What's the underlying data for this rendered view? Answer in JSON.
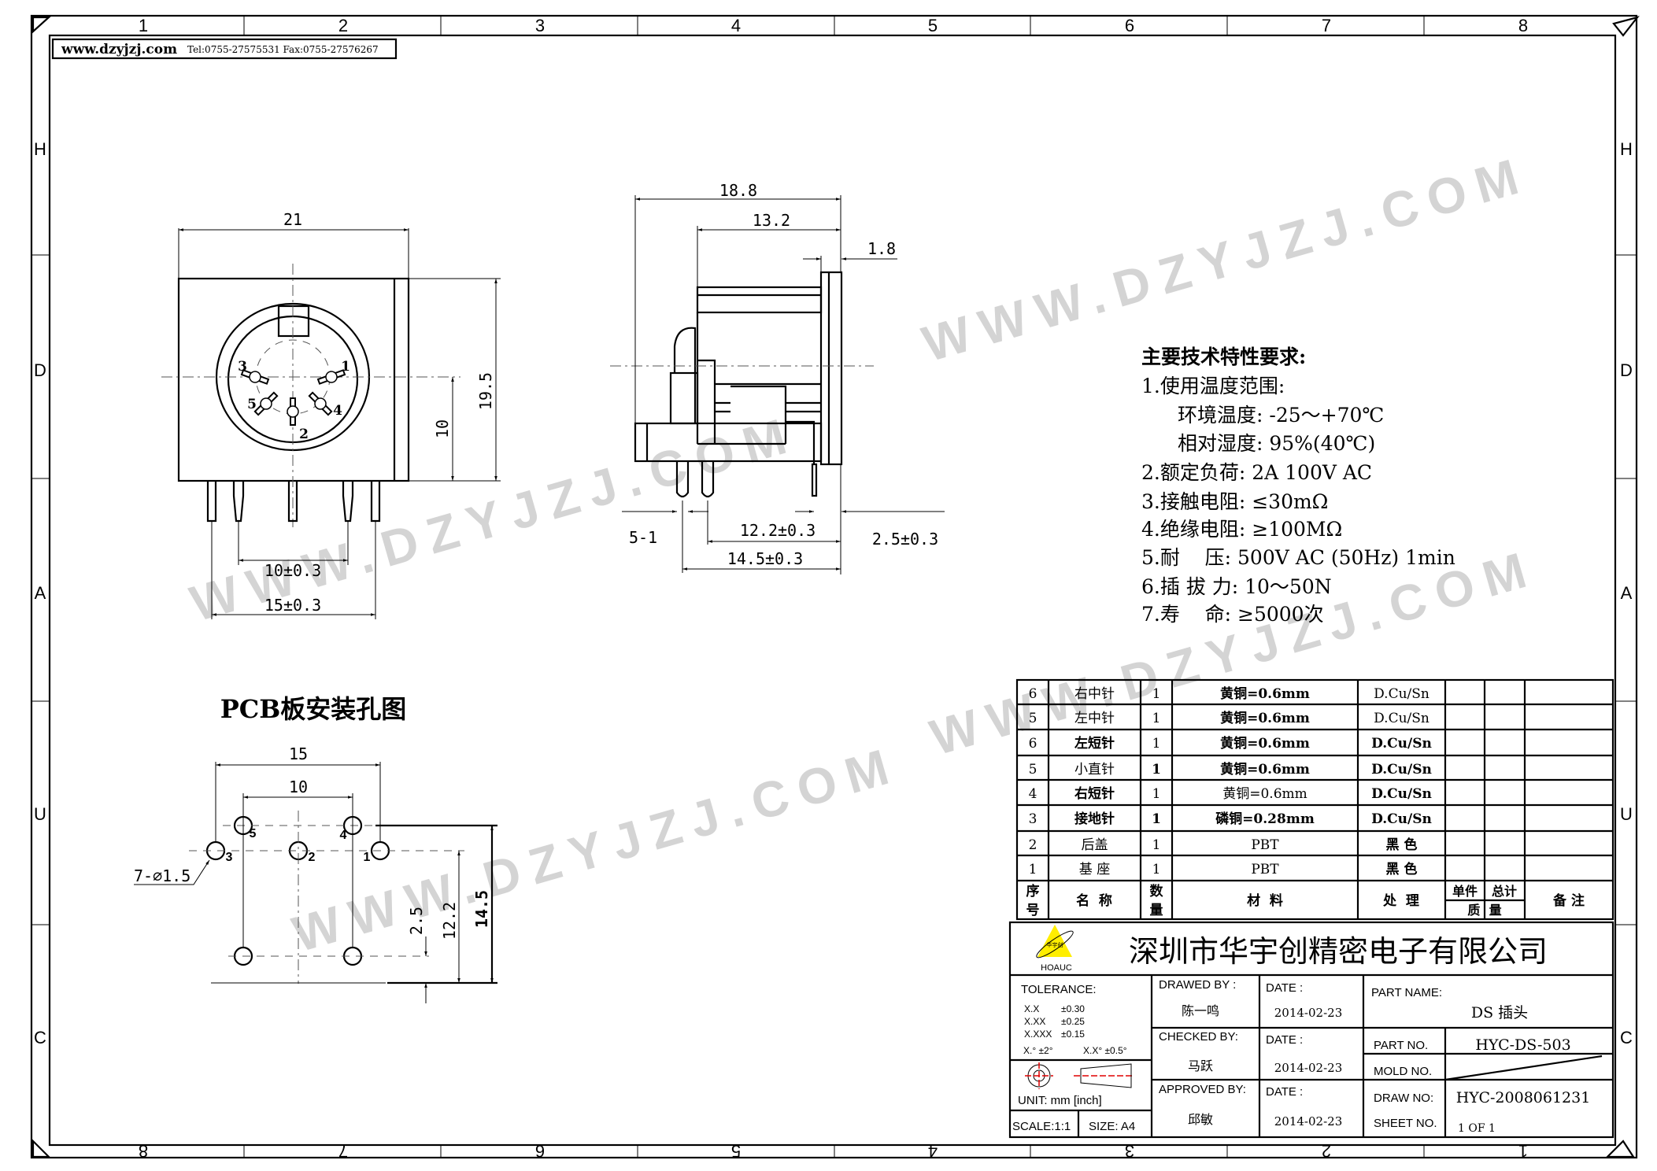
{
  "header": {
    "website": "www.dzyjzj.com",
    "contact": "Tel:0755-27575531  Fax:0755-27576267"
  },
  "zones": {
    "top": [
      "1",
      "2",
      "3",
      "4",
      "5",
      "6",
      "7",
      "8"
    ],
    "bottom": [
      "8",
      "7",
      "6",
      "5",
      "4",
      "3",
      "2",
      "1"
    ],
    "side": [
      "H",
      "D",
      "A",
      "U",
      "C"
    ]
  },
  "watermark": "WWW.DZYJZJ.COM",
  "front_view": {
    "width": "21",
    "height": "19.5",
    "center_height": "10",
    "pin_pitch_inner": "10±0.3",
    "pin_pitch_outer": "15±0.3",
    "pins": [
      "1",
      "2",
      "3",
      "4",
      "5"
    ]
  },
  "side_view": {
    "depth": "18.8",
    "body": "13.2",
    "flange": "1.8",
    "pin_dia": "5-1",
    "tab_offset": "2.5±0.3",
    "pin_row1": "12.2±0.3",
    "pin_row2": "14.5±0.3"
  },
  "pcb": {
    "title": "PCB板安装孔图",
    "dim_15": "15",
    "dim_10": "10",
    "dim_145": "14.5",
    "dim_122": "12.2",
    "dim_25": "2.5",
    "holes": "7-⌀1.5",
    "labels": [
      "5",
      "4",
      "3",
      "2",
      "1"
    ]
  },
  "specs": {
    "title": "主要技术特性要求:",
    "lines": [
      "1.使用温度范围:",
      "环境温度: -25～+70℃",
      "相对湿度: 95%(40℃)",
      "2.额定负荷: 2A 100V AC",
      "3.接触电阻: ≤30mΩ",
      "4.绝缘电阻: ≥100MΩ",
      "5.耐    压: 500V AC (50Hz) 1min",
      "6.插 拔 力: 10～50N",
      "7.寿    命: ≥5000次"
    ]
  },
  "bom": {
    "rows": [
      [
        "6",
        "右中针",
        "1",
        "黄铜=0.6mm",
        "D.Cu/Sn"
      ],
      [
        "5",
        "左中针",
        "1",
        "黄铜=0.6mm",
        "D.Cu/Sn"
      ],
      [
        "6",
        "左短针",
        "1",
        "黄铜=0.6mm",
        "D.Cu/Sn"
      ],
      [
        "5",
        "小直针",
        "1",
        "黄铜=0.6mm",
        "D.Cu/Sn"
      ],
      [
        "4",
        "右短针",
        "1",
        "黄铜=0.6mm",
        "D.Cu/Sn"
      ],
      [
        "3",
        "接地针",
        "1",
        "磷铜=0.28mm",
        "D.Cu/Sn"
      ],
      [
        "2",
        "后盖",
        "1",
        "PBT",
        "黑 色"
      ],
      [
        "1",
        "基 座",
        "1",
        "PBT",
        "黑 色"
      ]
    ],
    "headers": {
      "no": [
        "序",
        "号"
      ],
      "name": "名  称",
      "qty": [
        "数",
        "量"
      ],
      "material": "材  料",
      "finish": "处  理",
      "unit": "单件",
      "total": "总计",
      "mass": "质  量",
      "remark": "备 注"
    }
  },
  "title_block": {
    "company": "深圳市华宇创精密电子有限公司",
    "logo_text": "华宇创",
    "logo_brand": "HOAUC",
    "tolerance_label": "TOLERANCE:",
    "tolerances": [
      [
        "X.X",
        "±0.30"
      ],
      [
        "X.XX",
        "±0.25"
      ],
      [
        "X.XXX",
        "±0.15"
      ]
    ],
    "angle_tol": [
      "X.° ±2°",
      "X.X° ±0.5°"
    ],
    "unit": "UNIT:  mm  [inch]",
    "scale": "SCALE:1:1",
    "size": "SIZE:  A4",
    "drawed_by_label": "DRAWED BY :",
    "drawed_by": "陈一鸣",
    "checked_by_label": "CHECKED BY:",
    "checked_by": "马跃",
    "approved_by_label": "APPROVED BY:",
    "approved_by": "邱敏",
    "date_label": "DATE :",
    "date1": "2014-02-23",
    "date2": "2014-02-23",
    "date3": "2014-02-23",
    "part_name_label": "PART NAME:",
    "part_name": "DS 插头",
    "part_no_label": "PART NO.",
    "part_no": "HYC-DS-503",
    "mold_no_label": "MOLD NO.",
    "draw_no_label": "DRAW NO:",
    "draw_no": "HYC-2008061231",
    "sheet_no_label": "SHEET NO.",
    "sheet_no": "1 OF 1"
  }
}
